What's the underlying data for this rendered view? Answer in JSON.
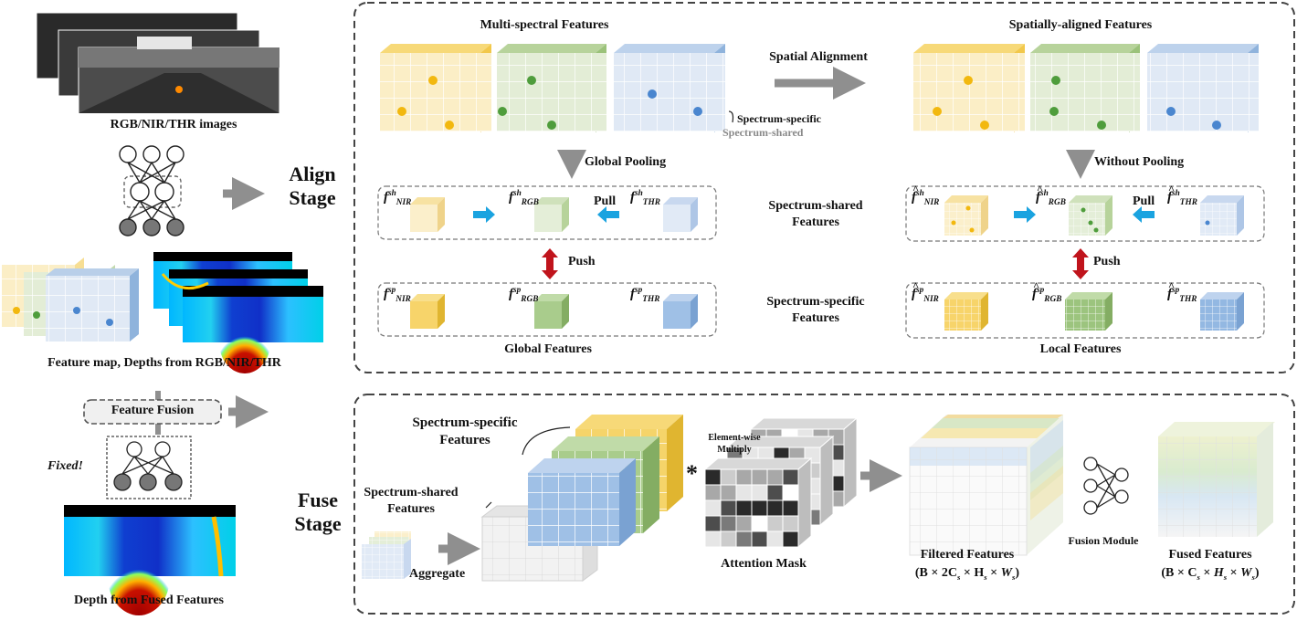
{
  "left": {
    "images_caption": "RGB/NIR/THR images",
    "feature_map_caption": "Feature map, Depths from RGB/NIR/THR",
    "feature_fusion": "Feature Fusion",
    "fixed": "Fixed!",
    "fused_depth_caption": "Depth from Fused Features"
  },
  "stages": {
    "align": "Align\nStage",
    "fuse": "Fuse\nStage"
  },
  "align": {
    "multi_spectral": "Multi-spectral Features",
    "spatially_aligned": "Spatially-aligned Features",
    "spatial_alignment": "Spatial Alignment",
    "spectrum_specific_tag": "Spectrum-specific",
    "spectrum_shared_tag": "Spectrum-shared",
    "global_pooling": "Global Pooling",
    "without_pooling": "Without Pooling",
    "spectrum_shared_features": "Spectrum-shared\nFeatures",
    "spectrum_specific_features": "Spectrum-specific\nFeatures",
    "pull": "Pull",
    "push": "Push",
    "global_features": "Global Features",
    "local_features": "Local Features",
    "math": {
      "sh_nir": {
        "base": "f",
        "sup": "sh",
        "sub": "NIR"
      },
      "sh_rgb": {
        "base": "f",
        "sup": "sh",
        "sub": "RGB"
      },
      "sh_thr": {
        "base": "f",
        "sup": "sh",
        "sub": "THR"
      },
      "sp_nir": {
        "base": "f",
        "sup": "sp",
        "sub": "NIR"
      },
      "sp_rgb": {
        "base": "f",
        "sup": "sp",
        "sub": "RGB"
      },
      "sp_thr": {
        "base": "f",
        "sup": "sp",
        "sub": "THR"
      }
    }
  },
  "fuse": {
    "spectrum_specific": "Spectrum-specific\nFeatures",
    "spectrum_shared": "Spectrum-shared\nFeatures",
    "aggregate": "Aggregate",
    "element_wise": "Element-wise\nMultiply",
    "multiply_symbol": "*",
    "attention_mask": "Attention Mask",
    "filtered_features": "Filtered Features",
    "filtered_dims": "(B × 2C",
    "filtered_dims_tail": " × H",
    "fusion_module": "Fusion Module",
    "fused_features": "Fused Features",
    "fused_dims": "(B × C"
  },
  "colors": {
    "yellow": "#f7e7b3",
    "yellow_dark": "#f2c84b",
    "green": "#dfe9cf",
    "green_dark": "#9bc27a",
    "blue": "#dbe6f3",
    "blue_dark": "#8fb3dc",
    "dot_yellow": "#f2b80f",
    "dot_green": "#4f9d3c",
    "dot_blue": "#4a86cf",
    "arrow_gray": "#8f8f8f",
    "arrow_blue": "#1aa3e0",
    "arrow_red": "#c0141c"
  }
}
